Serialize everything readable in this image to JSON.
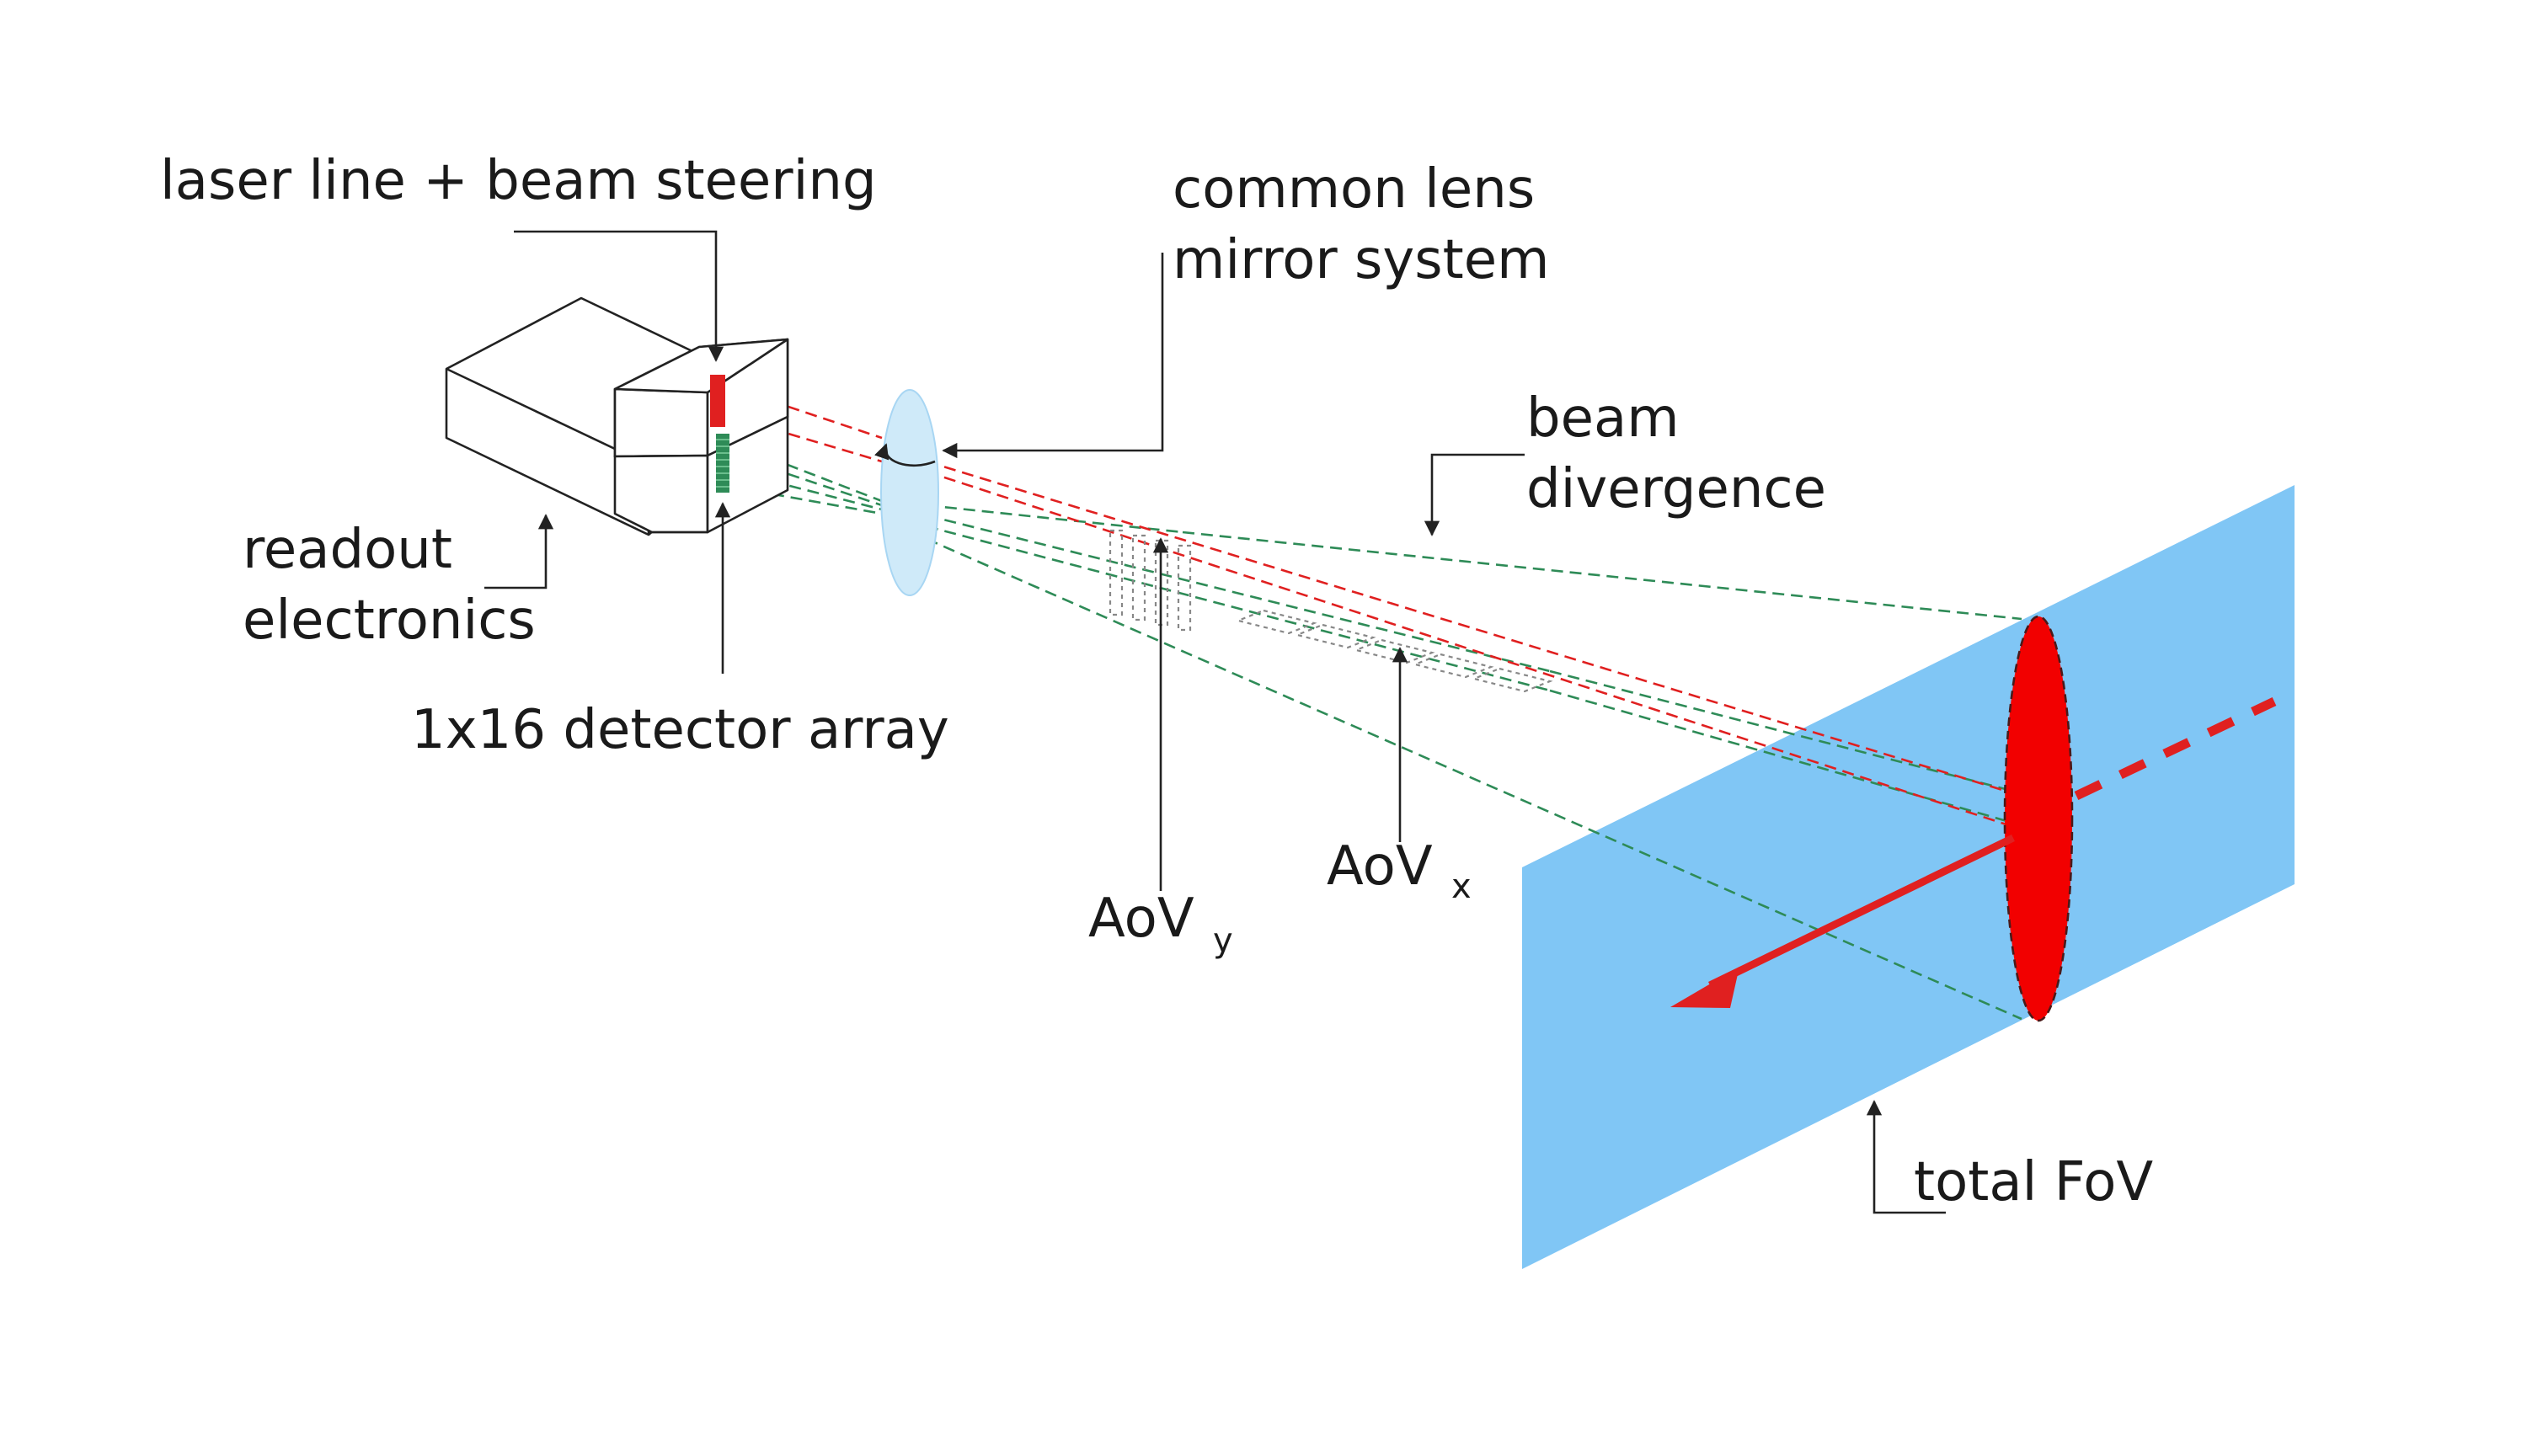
{
  "labels": {
    "laser_line_beam_steering": "laser line + beam steering",
    "common_lens_line1": "common lens",
    "common_lens_line2": "mirror system",
    "beam_divergence_line1": "beam",
    "beam_divergence_line2": "divergence",
    "readout_line1": "readout",
    "readout_line2": "electronics",
    "detector_array": "1x16 detector array",
    "aov_y_main": "AoV",
    "aov_y_sub": "y",
    "aov_x_main": "AoV",
    "aov_x_sub": "x",
    "total_fov": "total FoV"
  },
  "colors": {
    "laser": "#e02020",
    "detector": "#2e8b57",
    "fov_plane": "#80c6f5",
    "lens": "#cfeaf9",
    "spot": "#f20000",
    "outline": "#222222"
  }
}
